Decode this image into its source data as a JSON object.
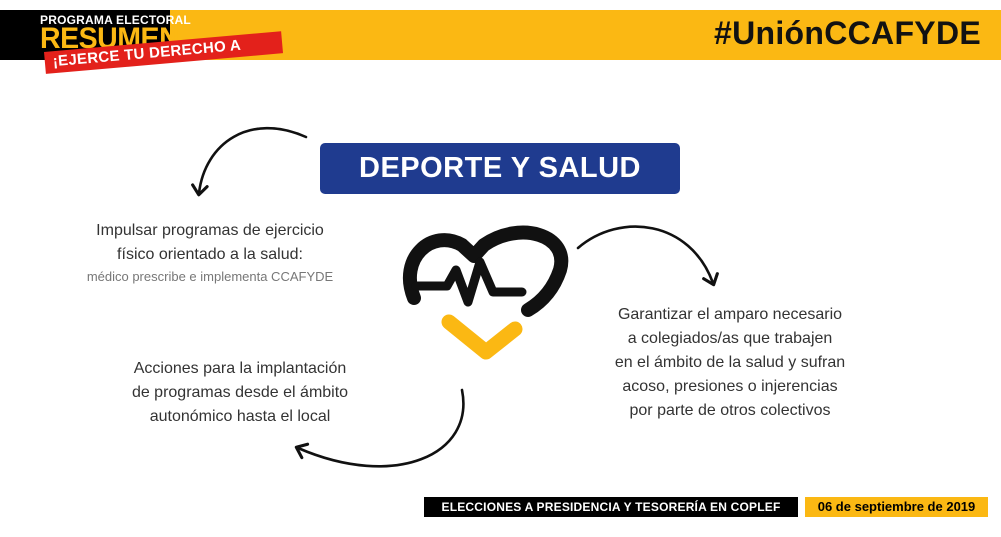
{
  "header": {
    "program_label": "PROGRAMA ELECTORAL",
    "summary_label": "RESUMEN",
    "vote_banner": "¡EJERCE TU DERECHO A VOTO!",
    "hashtag": "#UniónCCAFYDE"
  },
  "main": {
    "title": "DEPORTE Y SALUD",
    "point_1": {
      "line1": "Impulsar programas de ejercicio",
      "line2": "físico orientado a la salud:",
      "detail": "médico prescribe e implementa CCAFYDE"
    },
    "point_2": {
      "line1": "Acciones para la implantación",
      "line2": "de programas desde el ámbito",
      "line3": "autonómico hasta el local"
    },
    "point_3": {
      "line1": "Garantizar el amparo necesario",
      "line2": "a colegiados/as que trabajen",
      "line3": "en el ámbito de la salud y sufran",
      "line4": "acoso, presiones o injerencias",
      "line5": "por parte de otros colectivos"
    }
  },
  "footer": {
    "event": "ELECCIONES A PRESIDENCIA Y TESORERÍA EN COPLEF MADRID",
    "date": "06 de septiembre de 2019"
  },
  "colors": {
    "accent_yellow": "#fbb813",
    "title_blue": "#1f3b8f",
    "banner_red": "#e3211b",
    "ink": "#121212"
  },
  "icons": [
    "heart-pulse-icon",
    "curved-arrow-icon"
  ]
}
